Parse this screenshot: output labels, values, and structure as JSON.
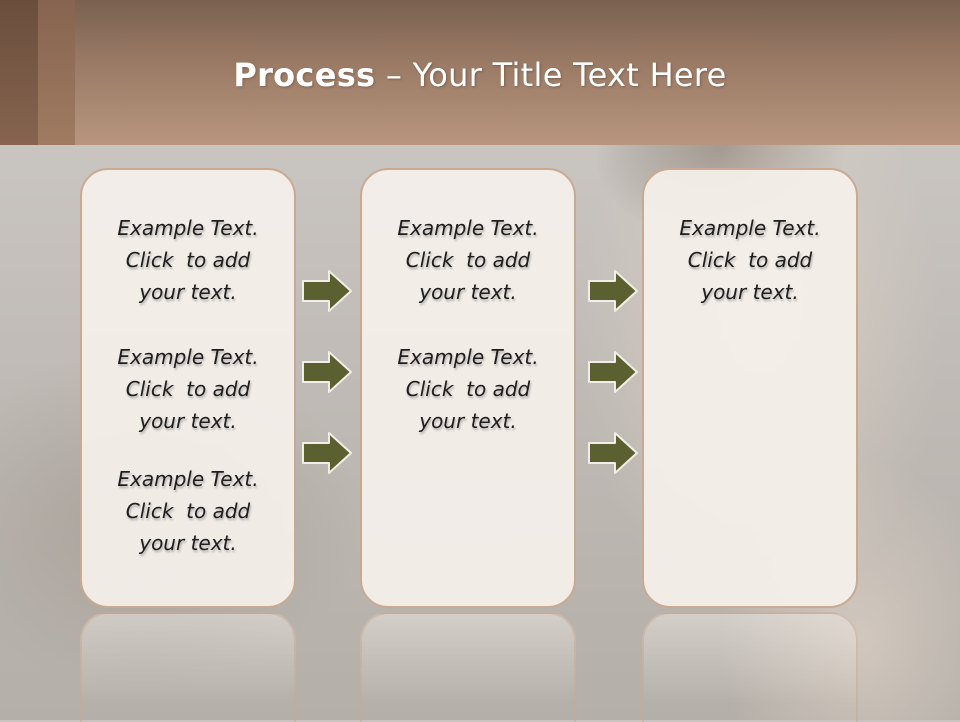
{
  "slide": {
    "title": {
      "bold": "Process",
      "rest": " – Your Title Text Here"
    },
    "columns": [
      {
        "paragraphs": [
          [
            "Example Text.",
            "Click  to add",
            "your text."
          ],
          [
            "Example Text.",
            "Click  to add",
            "your text."
          ],
          [
            "Example Text.",
            "Click  to add",
            "your text."
          ]
        ]
      },
      {
        "paragraphs": [
          [
            "Example Text.",
            "Click  to add",
            "your text."
          ],
          [
            "Example Text.",
            "Click  to add",
            "your text."
          ]
        ]
      },
      {
        "paragraphs": [
          [
            "Example Text.",
            "Click  to add",
            "your text."
          ]
        ]
      }
    ],
    "arrow_icon": "right-arrow-icon",
    "colors": {
      "header": "#a07b62",
      "box_fill": "#f5f0eb",
      "box_border": "#c8aa92",
      "arrow_fill": "#5a6030",
      "text": "#1e1e1e"
    }
  }
}
